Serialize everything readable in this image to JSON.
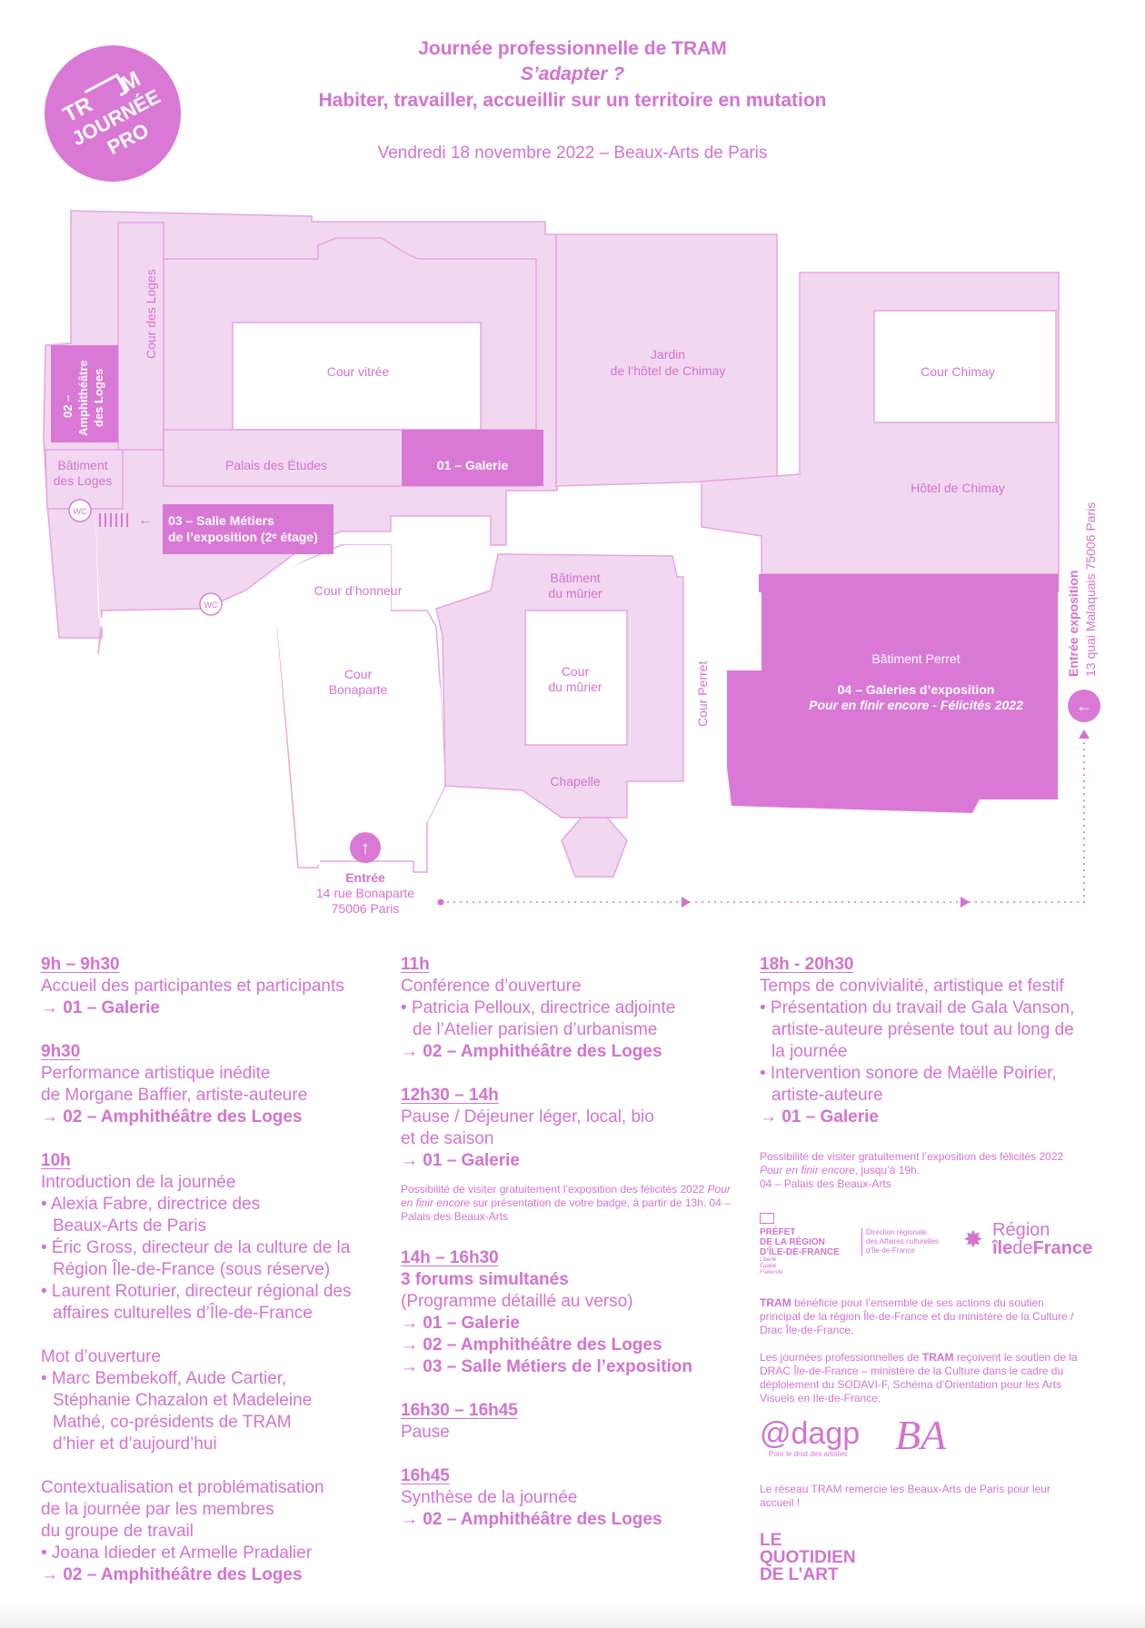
{
  "badge": {
    "line1": "TR",
    "line1b": "M",
    "line2": "JOURNÉE",
    "line3": "PRO"
  },
  "header": {
    "line1": "Journée professionnelle de TRAM",
    "line2": "S’adapter ?",
    "line3": "Habiter, travailler, accueillir sur un territoire en mutation",
    "date_line": "Vendredi 18 novembre 2022  –  Beaux-Arts de Paris"
  },
  "map": {
    "cour_des_loges": "Cour des Loges",
    "amphi_1": "02 –",
    "amphi_2": "Amphithéâtre",
    "amphi_3": "des Loges",
    "cour_vitree": "Cour vitrée",
    "jardin_1": "Jardin",
    "jardin_2": "de l’hôtel de Chimay",
    "cour_chimay": "Cour Chimay",
    "batiment_loges_1": "Bâtiment",
    "batiment_loges_2": "des Loges",
    "palais_etudes": "Palais des Études",
    "galerie": "01 – Galerie",
    "hotel_chimay": "Hôtel de Chimay",
    "wc": "WC",
    "salle_1": "03 – Salle Métiers",
    "salle_2": "de l’exposition (2ᵉ étage)",
    "arrow_left": "←",
    "cour_honneur": "Cour d’honneur",
    "batiment_murier_1": "Bâtiment",
    "batiment_murier_2": "du mûrier",
    "cour_bonaparte_1": "Cour",
    "cour_bonaparte_2": "Bonaparte",
    "cour_murier_1": "Cour",
    "cour_murier_2": "du mûrier",
    "cour_perret": "Cour Perret",
    "batiment_perret": "Bâtiment Perret",
    "galeries_1": "04 – Galeries d’exposition",
    "galeries_2": "Pour en finir encore - Félicités 2022",
    "chapelle": "Chapelle",
    "entree_1": "Entrée",
    "entree_2": "14 rue Bonaparte",
    "entree_3": "75006 Paris",
    "entree_arrow": "↑",
    "expo_1": "Entrée exposition",
    "expo_2": "13 quai Malaquais 75006 Paris",
    "expo_arrow": "←"
  },
  "col1": {
    "b1_time": "9h – 9h30",
    "b1_l1": "Accueil des participantes et participants",
    "b1_loc": "→ 01 – Galerie",
    "b2_time": "9h30",
    "b2_l1": "Performance artistique inédite",
    "b2_l2": "de Morgane Baffier, artiste-auteure",
    "b2_loc": "→ 02 – Amphithéâtre des Loges",
    "b3_time": "10h",
    "b3_l1": "Introduction de la journée",
    "b3_bul1": "• Alexia Fabre, directrice des Beaux-Arts de Paris",
    "b3_bul2": "• Éric Gross, directeur de la culture de la Région Île-de-France (sous réserve)",
    "b3_bul3": "• Laurent Roturier, directeur régional des affaires culturelles d’Île-de-France",
    "b4_l1": "Mot d’ouverture",
    "b4_bul1": "• Marc Bembekoff, Aude Cartier, Stéphanie Chazalon et Madeleine Mathé, co-présidents de TRAM d’hier et d’aujourd’hui",
    "b5_l1": "Contextualisation et problématisation",
    "b5_l2": "de la journée par les membres",
    "b5_l3": "du groupe de travail",
    "b5_bul1": "• Joana Idieder et Armelle Pradalier",
    "b5_loc": "→ 02 – Amphithéâtre des Loges"
  },
  "col2": {
    "b1_time": "11h",
    "b1_l1": "Conférence d’ouverture",
    "b1_bul1": "• Patricia Pelloux, directrice adjointe de l’Atelier parisien d’urbanisme",
    "b1_loc": "→ 02 – Amphithéâtre des Loges",
    "b2_time": "12h30 – 14h",
    "b2_l1": "Pause / Déjeuner léger, local, bio",
    "b2_l2": "et de saison",
    "b2_loc": "→ 01 – Galerie",
    "n1_a": "Possibilité de visiter gratuitement l’exposition des félicités 2022 ",
    "n1_i": "Pour en finir encore",
    "n1_b": " sur présentation de votre badge, à partir de 13h. 04  –  Palais des Beaux-Arts",
    "b3_time": "14h  –  16h30",
    "b3_l1": "3 forums simultanés",
    "b3_l2": "(Programme détaillé au verso)",
    "b3_loc1": "→ 01 – Galerie",
    "b3_loc2": "→ 02 – Amphithéâtre des Loges",
    "b3_loc3": "→ 03 – Salle Métiers de l’exposition",
    "b4_time": "16h30  –  16h45",
    "b4_l1": "Pause",
    "b5_time": "16h45",
    "b5_l1": "Synthèse de la journée",
    "b5_loc": "→ 02 – Amphithéâtre des Loges"
  },
  "col3": {
    "b1_time": "18h - 20h30",
    "b1_l1": "Temps de convivialité, artistique et festif",
    "b1_bul1": "• Présentation du travail de Gala Vanson, artiste-auteure présente tout au long de la journée",
    "b1_bul2": "• Intervention sonore de Maëlle Poirier, artiste-auteure",
    "b1_loc": "→ 01 – Galerie",
    "n1_a": "Possibilité de visiter gratuitement l’exposition des félicités 2022 ",
    "n1_i": "Pour en finir encore",
    "n1_b": ", jusqu’à 19h.",
    "n1_c": "04  –  Palais des Beaux-Arts",
    "prefet_1": "PRÉFET",
    "prefet_2": "DE LA RÉGION",
    "prefet_3": "D’ÎLE-DE-FRANCE",
    "prefet_4": "Liberté",
    "prefet_5": "Égalité",
    "prefet_6": "Fraternité",
    "drac_1": "Direction régionale",
    "drac_2": "des Affaires culturelles",
    "drac_3": "d’Île-de-France",
    "region_1": "Région",
    "region_2a": "île",
    "region_2b": "de",
    "region_2c": "France",
    "p1_tram": "TRAM",
    "p1": " bénéficie pour l’ensemble de ses actions du soutien principal de la région Île-de-France et du ministère de la Culture /  Drac Île-de-France.",
    "p2_a": "Les journées professionnelles de ",
    "p2_tram": "TRAM",
    "p2_b": " reçoivent le soutien de la DRAC Île-de-France – ministère de la Culture dans le cadre du déploiement du SODAVI-F, Schéma d’Orientation pour les Arts Visuels en Ile-de-France.",
    "adagp": "@dagp",
    "adagp_sub": "Pour le droit des artistes",
    "ba": "BA",
    "p3": "Le réseau TRAM remercie les Beaux-Arts de Paris pour leur accueil !",
    "lqa_1": "LE",
    "lqa_2": "QUOTIDIEN",
    "lqa_3": "DE L’ART"
  },
  "colors": {
    "pink": "#d373cf",
    "light": "#f2d7f0",
    "mid": "#e8bde6",
    "line": "#e6a6e2",
    "badge": "#da78d6"
  }
}
